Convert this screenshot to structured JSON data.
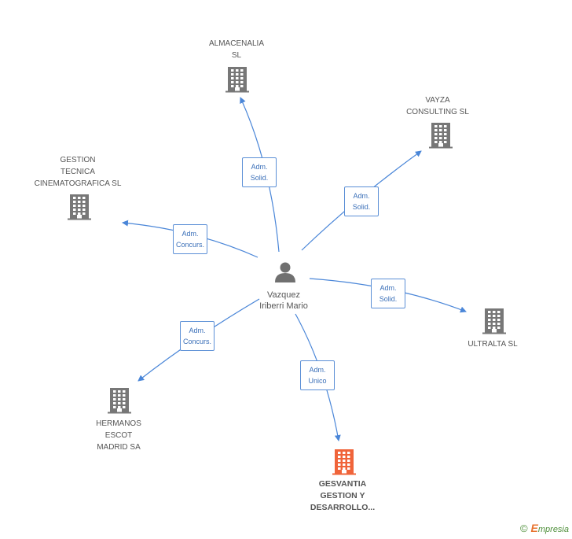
{
  "colors": {
    "edge": "#4a86d8",
    "company": "#777777",
    "main_company": "#f0643a",
    "person": "#707070"
  },
  "center": {
    "name_line1": "Vazquez",
    "name_line2": "Iriberri Mario",
    "icon": "person-icon"
  },
  "nodes": [
    {
      "id": "almacenalia",
      "lines": [
        "ALMACENALIA",
        "SL"
      ],
      "icon": "building-icon",
      "main": false
    },
    {
      "id": "vayza",
      "lines": [
        "VAYZA",
        "CONSULTING SL"
      ],
      "icon": "building-icon",
      "main": false
    },
    {
      "id": "gestion-tecnica",
      "lines": [
        "GESTION",
        "TECNICA",
        "CINEMATOGRAFICA SL"
      ],
      "icon": "building-icon",
      "main": false
    },
    {
      "id": "ultralta",
      "lines": [
        "ULTRALTA SL"
      ],
      "icon": "building-icon",
      "main": false
    },
    {
      "id": "hermanos-escot",
      "lines": [
        "HERMANOS",
        "ESCOT",
        "MADRID SA"
      ],
      "icon": "building-icon",
      "main": false
    },
    {
      "id": "gesvantia",
      "lines": [
        "GESVANTIA",
        "GESTION Y",
        "DESARROLLO..."
      ],
      "icon": "building-icon",
      "main": true
    }
  ],
  "edges": [
    {
      "to": "almacenalia",
      "lines": [
        "Adm.",
        "Solid."
      ]
    },
    {
      "to": "vayza",
      "lines": [
        "Adm.",
        "Solid."
      ]
    },
    {
      "to": "gestion-tecnica",
      "lines": [
        "Adm.",
        "Concurs."
      ]
    },
    {
      "to": "ultralta",
      "lines": [
        "Adm.",
        "Solid."
      ]
    },
    {
      "to": "hermanos-escot",
      "lines": [
        "Adm.",
        "Concurs."
      ]
    },
    {
      "to": "gesvantia",
      "lines": [
        "Adm.",
        "Unico"
      ]
    }
  ],
  "footer": {
    "copyright": "©",
    "brand_initial": "E",
    "brand_rest": "mpresia"
  }
}
